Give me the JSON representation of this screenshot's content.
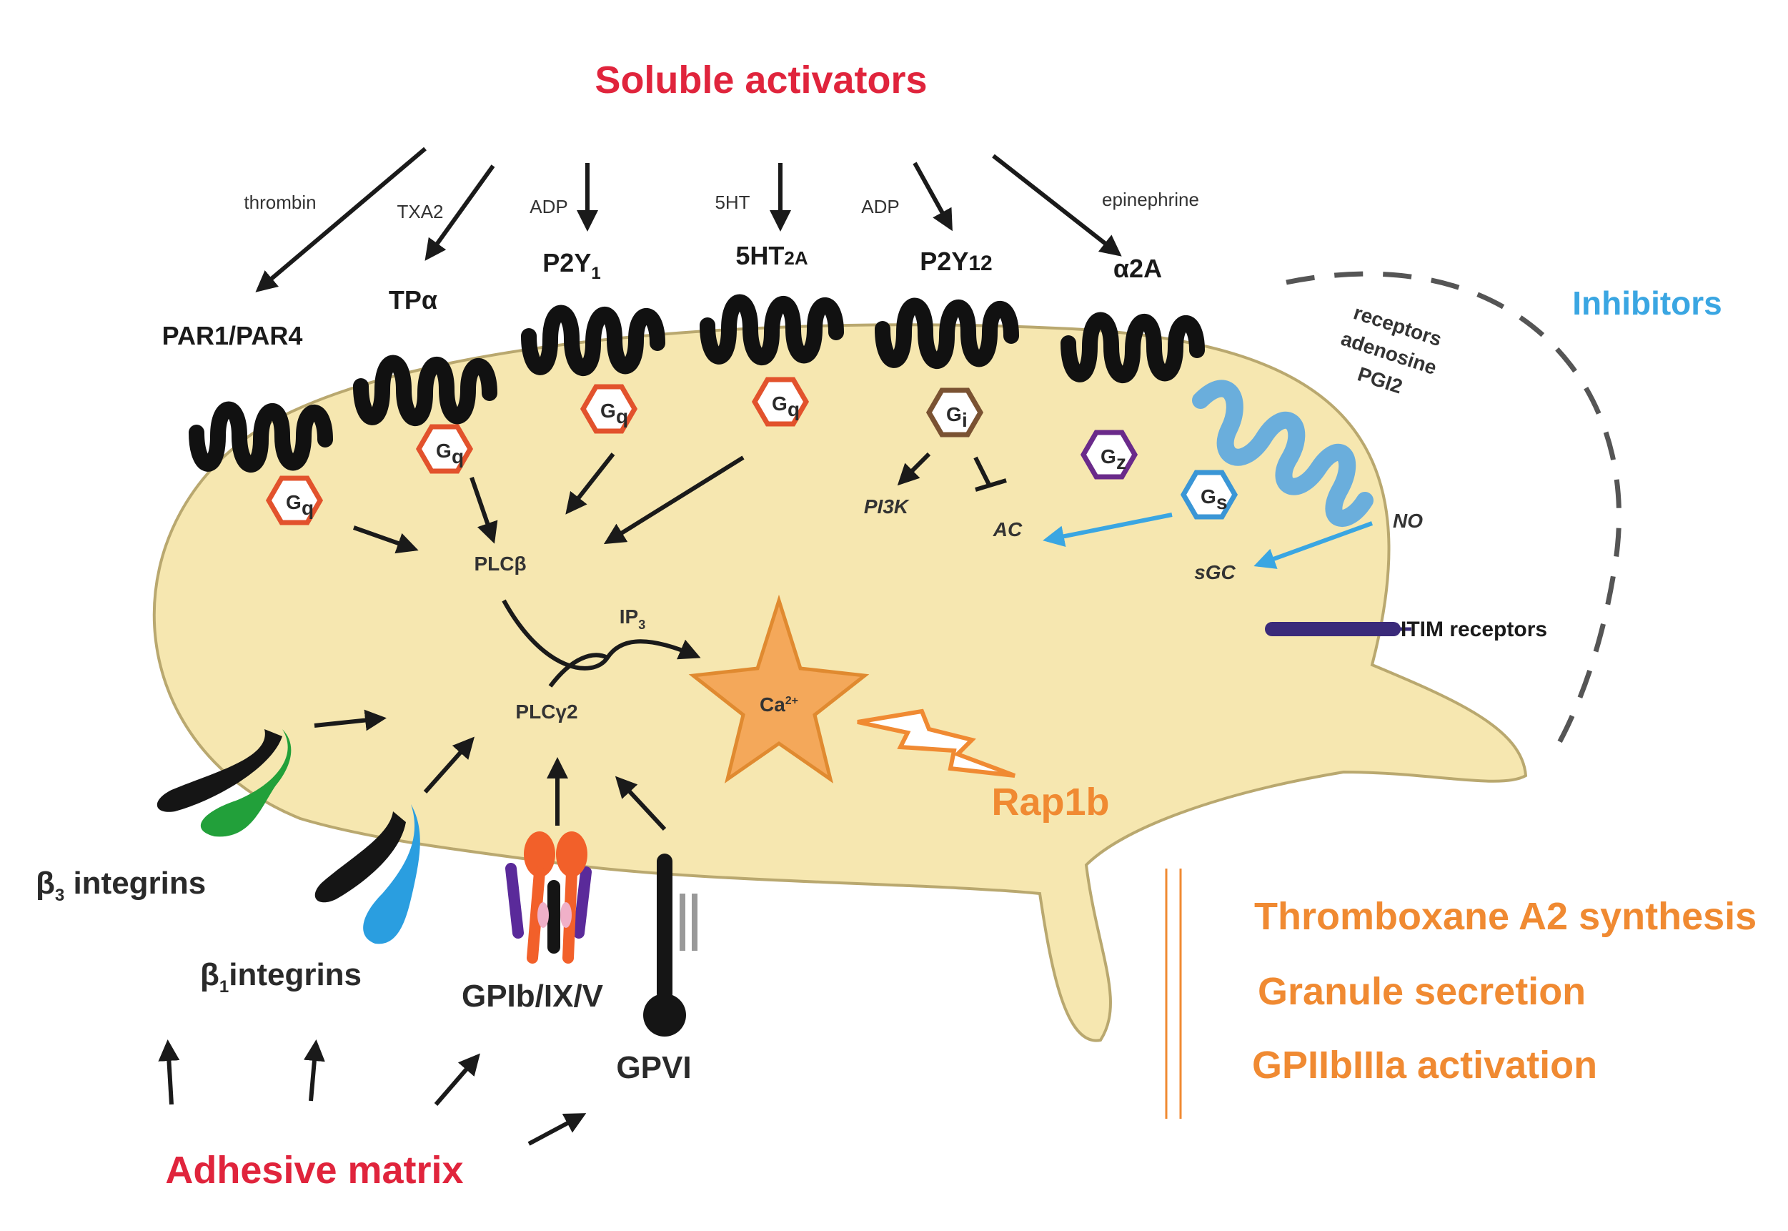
{
  "title": "Soluble activators",
  "bottom_title": "Adhesive matrix",
  "inhibitors_label": "Inhibitors",
  "agonists": [
    "thrombin",
    "TXA2",
    "ADP",
    "5HT",
    "ADP",
    "epinephrine"
  ],
  "receptors": [
    "PAR1/PAR4",
    "TPα",
    "P2Y",
    "1",
    "5HT",
    "2A",
    "P2Y",
    "12",
    "α2A"
  ],
  "inhibitor_receptors": [
    "receptors",
    "adenosine",
    "PGI2"
  ],
  "g_proteins": [
    "G",
    "q",
    "G",
    "q",
    "G",
    "q",
    "G",
    "q",
    "G",
    "i",
    "G",
    "z",
    "G",
    "s"
  ],
  "signals": {
    "plcb": "PLCβ",
    "plcg2": "PLCγ2",
    "ip3": "IP",
    "ip3_sub": "3",
    "pi3k": "PI3K",
    "ac": "AC",
    "no": "NO",
    "sgc": "sGC",
    "ca": "Ca",
    "ca_sup": "2+",
    "itim": "ITIM receptors",
    "rap1b": "Rap1b"
  },
  "adhesion_receptors": {
    "b3": "β",
    "b3_sub": "3",
    "b3_text": " integrins",
    "b1": "β",
    "b1_sub": "1",
    "b1_text": "integrins",
    "gpib": "GPIb/IX/V",
    "gpvi": "GPVI"
  },
  "outcomes": [
    "Thromboxane A2 synthesis",
    "Granule secretion",
    "GPIIbIIIa activation"
  ],
  "colors": {
    "cell": "#f6e7b0",
    "red": "#e0243c",
    "orange": "#f08a32",
    "blue": "#3aa6e2",
    "gq": "#e2522c",
    "gi": "#7a5232",
    "gz": "#6a2a8a",
    "gs": "#3a96d6"
  }
}
